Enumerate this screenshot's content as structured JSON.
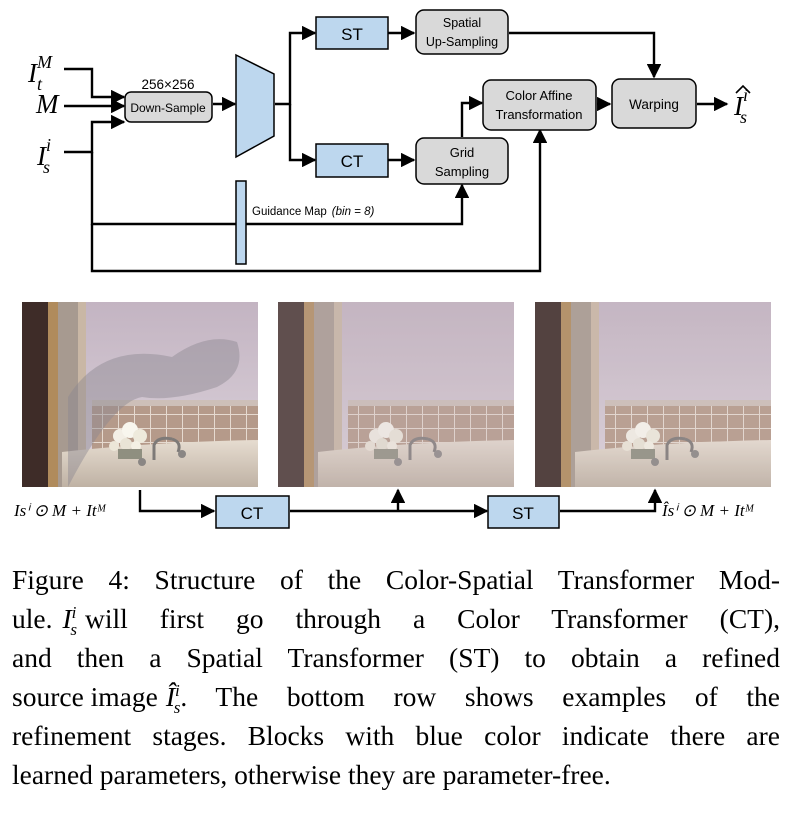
{
  "diagram": {
    "inputs": {
      "it_m": {
        "base": "I",
        "sub": "t",
        "sup": "M"
      },
      "m": "M",
      "is_i": {
        "base": "I",
        "sub": "s",
        "sup": "i"
      }
    },
    "size_label": "256×256",
    "down_sample": "Down-Sample",
    "st": "ST",
    "ct": "CT",
    "spatial_up_1": "Spatial",
    "spatial_up_2": "Up-Sampling",
    "color_affine_1": "Color Affine",
    "color_affine_2": "Transformation",
    "warping": "Warping",
    "grid_1": "Grid",
    "grid_2": "Sampling",
    "guidance_map": "Guidance Map",
    "guidance_bin": "(bin = 8)",
    "output": {
      "base": "I",
      "sub": "s",
      "sup": "i",
      "hat": true
    }
  },
  "bottom_row": {
    "ct": "CT",
    "st": "ST",
    "left_expr": "Isⁱ ⊙ M + Itᴹ",
    "right_expr": "Îsⁱ ⊙ M + Itᴹ"
  },
  "caption": {
    "line1": "Figure 4: Structure of the Color-Spatial Transformer Mod-",
    "line2_a": "ule.",
    "line2_b": "will first go through a Color Transformer (CT),",
    "line3": "and then a Spatial Transformer (ST) to obtain a refined",
    "line4_a": "source image",
    "line4_b": ". The bottom row shows examples of the",
    "line5": "refinement stages. Blocks with blue color indicate there are",
    "line6": "learned parameters, otherwise they are parameter-free."
  },
  "colors": {
    "blue_block": "#bdd7ee",
    "gray_block": "#d9d9d9"
  }
}
